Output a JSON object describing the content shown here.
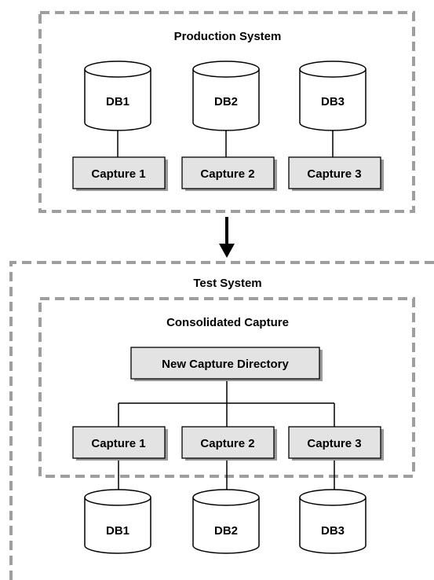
{
  "production_system": {
    "title": "Production System",
    "databases": [
      "DB1",
      "DB2",
      "DB3"
    ],
    "captures": [
      "Capture 1",
      "Capture 2",
      "Capture 3"
    ]
  },
  "test_system": {
    "title": "Test System",
    "consolidated": {
      "title": "Consolidated Capture",
      "directory": "New Capture Directory",
      "captures": [
        "Capture 1",
        "Capture 2",
        "Capture 3"
      ]
    },
    "databases": [
      "DB1",
      "DB2",
      "DB3"
    ]
  }
}
